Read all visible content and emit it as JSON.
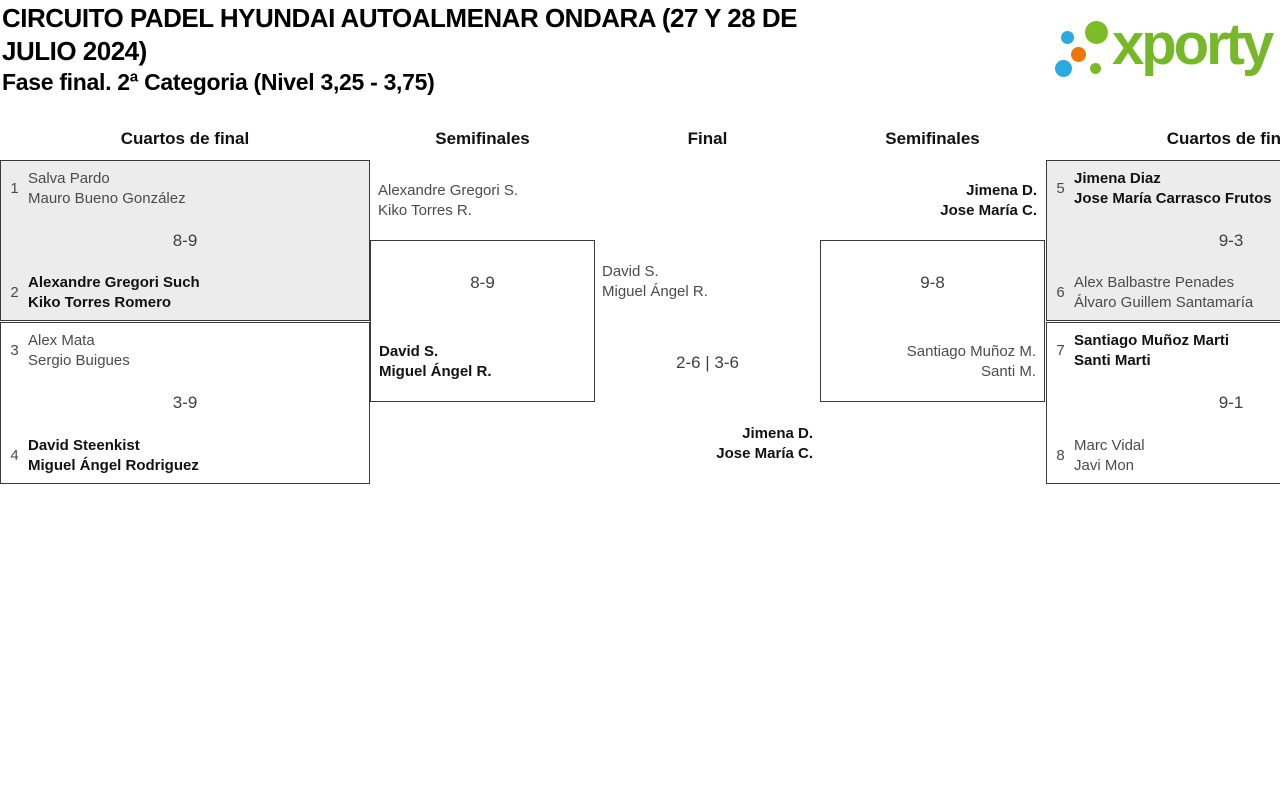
{
  "header": {
    "title": "CIRCUITO PADEL HYUNDAI AUTOALMENAR ONDARA (27 Y 28 DE JULIO 2024)",
    "subtitle": "Fase final. 2ª Categoria (Nivel 3,25 - 3,75)"
  },
  "logo": {
    "text": "xporty",
    "colors": {
      "green": "#76b82a",
      "blue": "#29abe2",
      "orange": "#ee7601"
    }
  },
  "columns": [
    "Cuartos de final",
    "Semifinales",
    "Final",
    "Semifinales",
    "Cuartos de final"
  ],
  "colors": {
    "box_gray": "#ececec",
    "border": "#3a3a3a",
    "winner_text": "#121212",
    "normal_text": "#4b4b4b"
  },
  "chart_data": {
    "type": "table",
    "title": "CIRCUITO PADEL HYUNDAI AUTOALMENAR ONDARA (27 Y 28 DE JULIO 2024) — Fase final. 2ª Categoria (Nivel 3,25 - 3,75)",
    "rounds": [
      "Cuartos de final",
      "Semifinales",
      "Final",
      "Semifinales",
      "Cuartos de final"
    ],
    "matches": [
      {
        "round": "Cuartos de final",
        "side": "left",
        "team1": "Salva Pardo / Mauro Bueno González",
        "team2": "Alexandre Gregori Such / Kiko Torres Romero",
        "score": "8-9",
        "winner": "team2"
      },
      {
        "round": "Cuartos de final",
        "side": "left",
        "team1": "Alex Mata / Sergio Buigues",
        "team2": "David Steenkist / Miguel Ángel Rodriguez",
        "score": "3-9",
        "winner": "team2"
      },
      {
        "round": "Semifinales",
        "side": "left",
        "team1": "Alexandre Gregori S. / Kiko Torres R.",
        "team2": "David S. / Miguel Ángel R.",
        "score": "8-9",
        "winner": "team2"
      },
      {
        "round": "Final",
        "team1": "David S. / Miguel Ángel R.",
        "team2": "Jimena D. / Jose María C.",
        "score": "2-6 | 3-6",
        "winner": "team2"
      },
      {
        "round": "Semifinales",
        "side": "right",
        "team1": "Jimena D. / Jose María C.",
        "team2": "Santiago Muñoz M. / Santi M.",
        "score": "9-8",
        "winner": "team1"
      },
      {
        "round": "Cuartos de final",
        "side": "right",
        "team1": "Jimena Diaz / Jose María Carrasco Frutos",
        "team2": "Alex Balbastre Penades / Álvaro Guillem Santamaría",
        "score": "9-3",
        "winner": "team1"
      },
      {
        "round": "Cuartos de final",
        "side": "right",
        "team1": "Santiago Muñoz Marti / Santi Marti",
        "team2": "Marc Vidal / Javi Mon",
        "score": "9-1",
        "winner": "team1"
      }
    ]
  },
  "bracket": {
    "qf_left": [
      {
        "seed1": "1",
        "team1": [
          "Salva Pardo",
          "Mauro Bueno González"
        ],
        "score": "8-9",
        "seed2": "2",
        "team2": [
          "Alexandre Gregori Such",
          "Kiko Torres Romero"
        ]
      },
      {
        "seed1": "3",
        "team1": [
          "Alex Mata",
          "Sergio Buigues"
        ],
        "score": "3-9",
        "seed2": "4",
        "team2": [
          "David Steenkist",
          "Miguel Ángel Rodriguez"
        ]
      }
    ],
    "sf_left": {
      "team1": [
        "Alexandre Gregori S.",
        "Kiko Torres R."
      ],
      "score": "8-9",
      "team2": [
        "David S.",
        "Miguel Ángel R."
      ]
    },
    "final": {
      "team1": [
        "David S.",
        "Miguel Ángel R."
      ],
      "score": "2-6 | 3-6",
      "team2": [
        "Jimena D.",
        "Jose María C."
      ]
    },
    "sf_right": {
      "team1": [
        "Jimena D.",
        "Jose María C."
      ],
      "score": "9-8",
      "team2": [
        "Santiago Muñoz M.",
        "Santi M."
      ]
    },
    "qf_right": [
      {
        "seed1": "5",
        "team1": [
          "Jimena Diaz",
          "Jose María Carrasco Frutos"
        ],
        "score": "9-3",
        "seed2": "6",
        "team2": [
          "Alex Balbastre Penades",
          "Álvaro Guillem Santamaría"
        ]
      },
      {
        "seed1": "7",
        "team1": [
          "Santiago Muñoz Marti",
          "Santi Marti"
        ],
        "score": "9-1",
        "seed2": "8",
        "team2": [
          "Marc Vidal",
          "Javi Mon"
        ]
      }
    ]
  }
}
